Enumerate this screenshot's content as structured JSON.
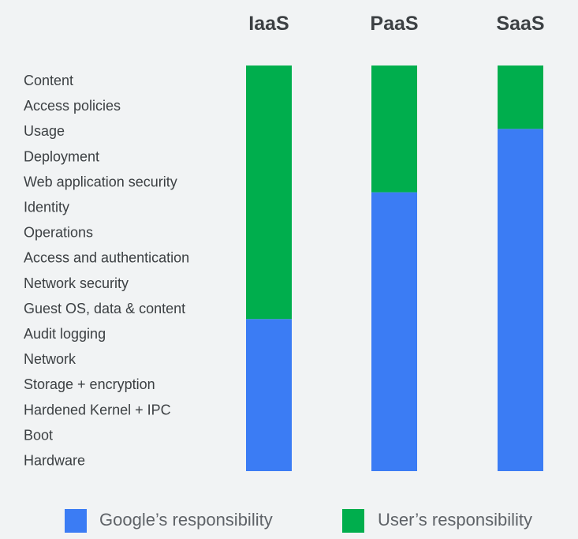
{
  "chart_data": {
    "type": "bar",
    "stacked": true,
    "orientation": "vertical",
    "categories": [
      "IaaS",
      "PaaS",
      "SaaS"
    ],
    "layers": [
      "Content",
      "Access policies",
      "Usage",
      "Deployment",
      "Web application security",
      "Identity",
      "Operations",
      "Access and authentication",
      "Network security",
      "Guest OS, data & content",
      "Audit logging",
      "Network",
      "Storage + encryption",
      "Hardened Kernel + IPC",
      "Boot",
      "Hardware"
    ],
    "series": [
      {
        "name": "Google’s responsibility",
        "color": "#3b7cf4",
        "values": [
          6,
          11,
          13.5
        ]
      },
      {
        "name": "User’s responsibility",
        "color": "#00ae4d",
        "values": [
          10,
          5,
          2.5
        ]
      }
    ],
    "ylim": [
      0,
      16
    ],
    "grid": false,
    "legend_position": "bottom"
  }
}
